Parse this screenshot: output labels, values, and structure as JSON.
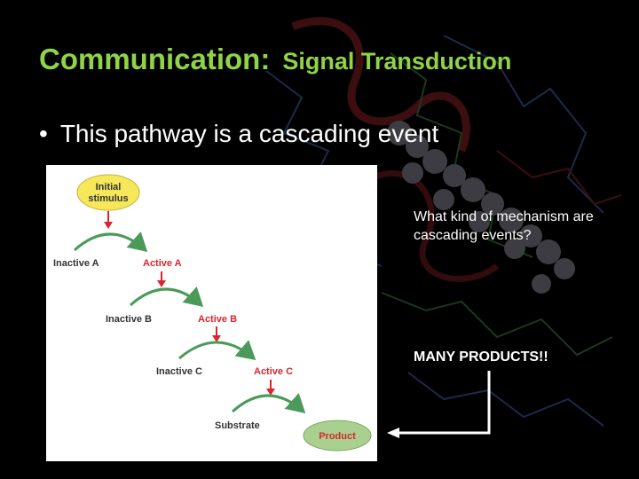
{
  "slide": {
    "title_main": "Communication:",
    "title_sub": "Signal Transduction",
    "bullet_symbol": "•",
    "bullet_text": "This pathway is a cascading event",
    "question": "What kind of mechanism are cascading events?",
    "answer": "MANY PRODUCTS!!"
  },
  "diagram": {
    "stimulus_line1": "Initial",
    "stimulus_line2": "stimulus",
    "inactive_a": "Inactive A",
    "active_a": "Active A",
    "inactive_b": "Inactive B",
    "active_b": "Active B",
    "inactive_c": "Inactive C",
    "active_c": "Active C",
    "substrate": "Substrate",
    "product": "Product"
  },
  "colors": {
    "title": "#8fd448",
    "active_label": "#d9262e",
    "curve": "#4b9a5a",
    "stimulus_fill": "#f6e85a",
    "product_fill": "#a9d08e",
    "text_dark": "#333333"
  },
  "icons": {
    "stimulus_arrow": "red-down-arrow-icon",
    "cascade_curve": "green-curved-arrow-icon",
    "pointer": "white-elbow-arrow-icon"
  }
}
